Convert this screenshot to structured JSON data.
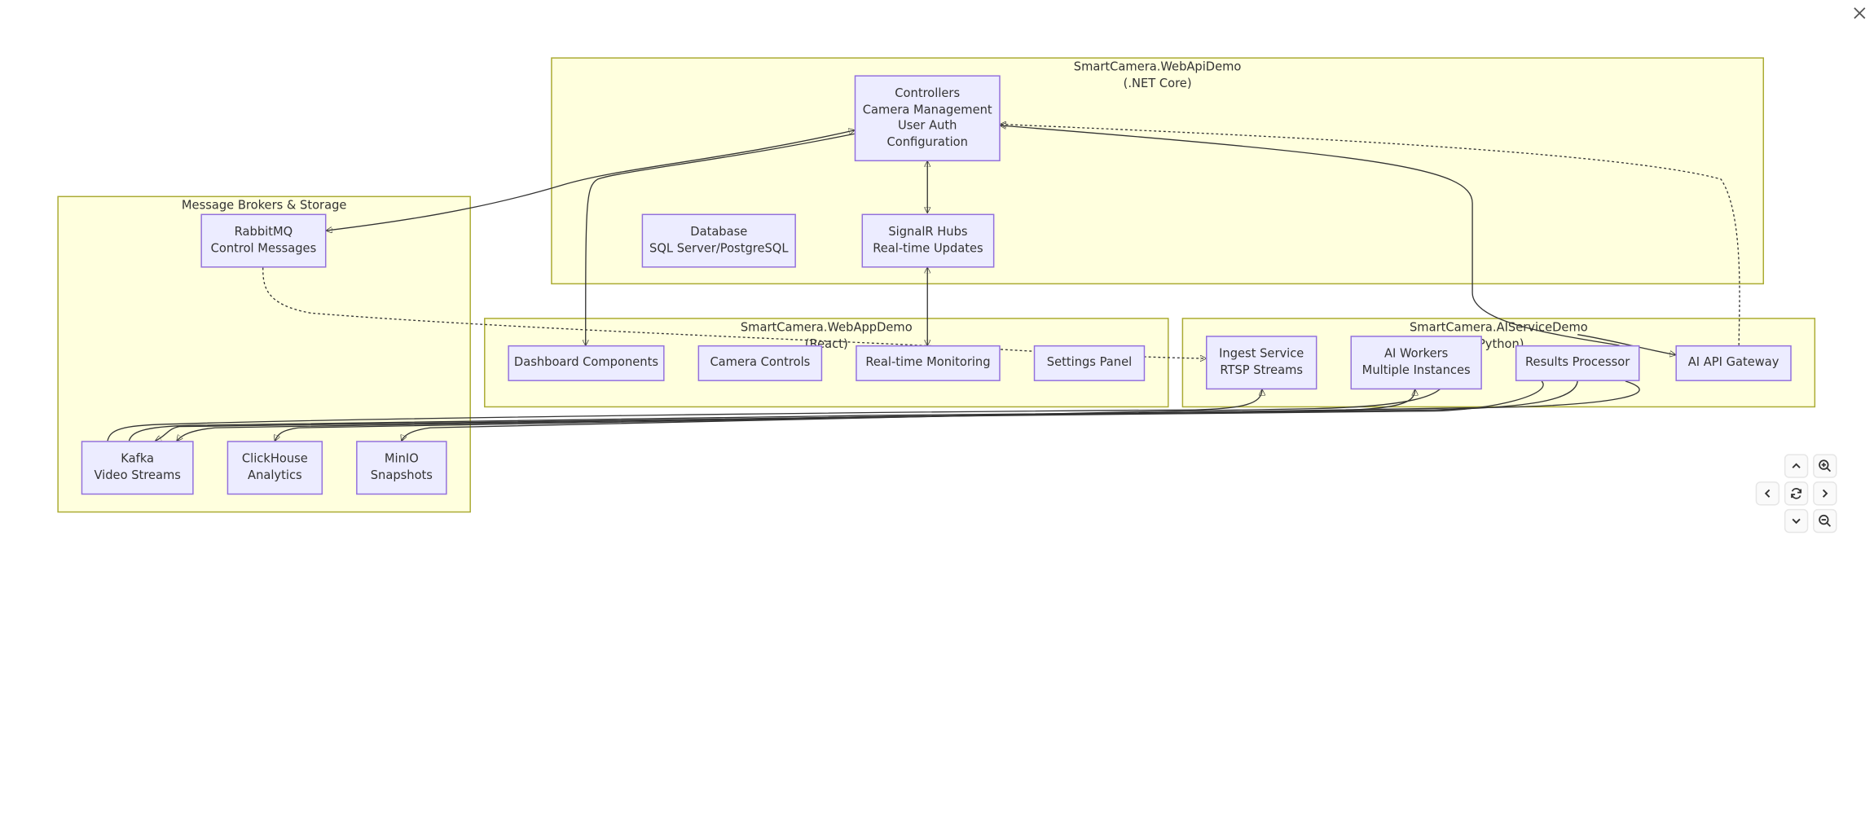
{
  "clusters": {
    "webapi": {
      "title_line1": "SmartCamera.WebApiDemo",
      "title_line2": "(.NET Core)"
    },
    "brokers": {
      "title": "Message Brokers & Storage"
    },
    "webapp": {
      "title_line1": "SmartCamera.WebAppDemo",
      "title_line2": "(React)"
    },
    "aiservice": {
      "title_line1": "SmartCamera.AIServiceDemo",
      "title_line2": "(Python)"
    }
  },
  "nodes": {
    "controllers": [
      "Controllers",
      "Camera Management",
      "User Auth",
      "Configuration"
    ],
    "database": [
      "Database",
      "SQL Server/PostgreSQL"
    ],
    "signalr": [
      "SignalR Hubs",
      "Real-time Updates"
    ],
    "rabbitmq": [
      "RabbitMQ",
      "Control Messages"
    ],
    "dashboard": [
      "Dashboard Components"
    ],
    "camera_controls": [
      "Camera Controls"
    ],
    "monitoring": [
      "Real-time Monitoring"
    ],
    "settings": [
      "Settings Panel"
    ],
    "ingest": [
      "Ingest Service",
      "RTSP Streams"
    ],
    "ai_workers": [
      "AI Workers",
      "Multiple Instances"
    ],
    "results": [
      "Results Processor"
    ],
    "ai_gateway": [
      "AI API Gateway"
    ],
    "kafka": [
      "Kafka",
      "Video Streams"
    ],
    "clickhouse": [
      "ClickHouse",
      "Analytics"
    ],
    "minio": [
      "MinIO",
      "Snapshots"
    ]
  },
  "controls": {
    "icons": [
      "pan-up-icon",
      "zoom-in-icon",
      "pan-left-icon",
      "reset-view-icon",
      "pan-right-icon",
      "pan-down-icon",
      "zoom-out-icon",
      "close-icon"
    ]
  },
  "colors": {
    "cluster_fill": "#ffffde",
    "cluster_border": "#aaaa33",
    "node_fill": "#ececff",
    "node_border": "#9370db",
    "edge": "#333333"
  }
}
